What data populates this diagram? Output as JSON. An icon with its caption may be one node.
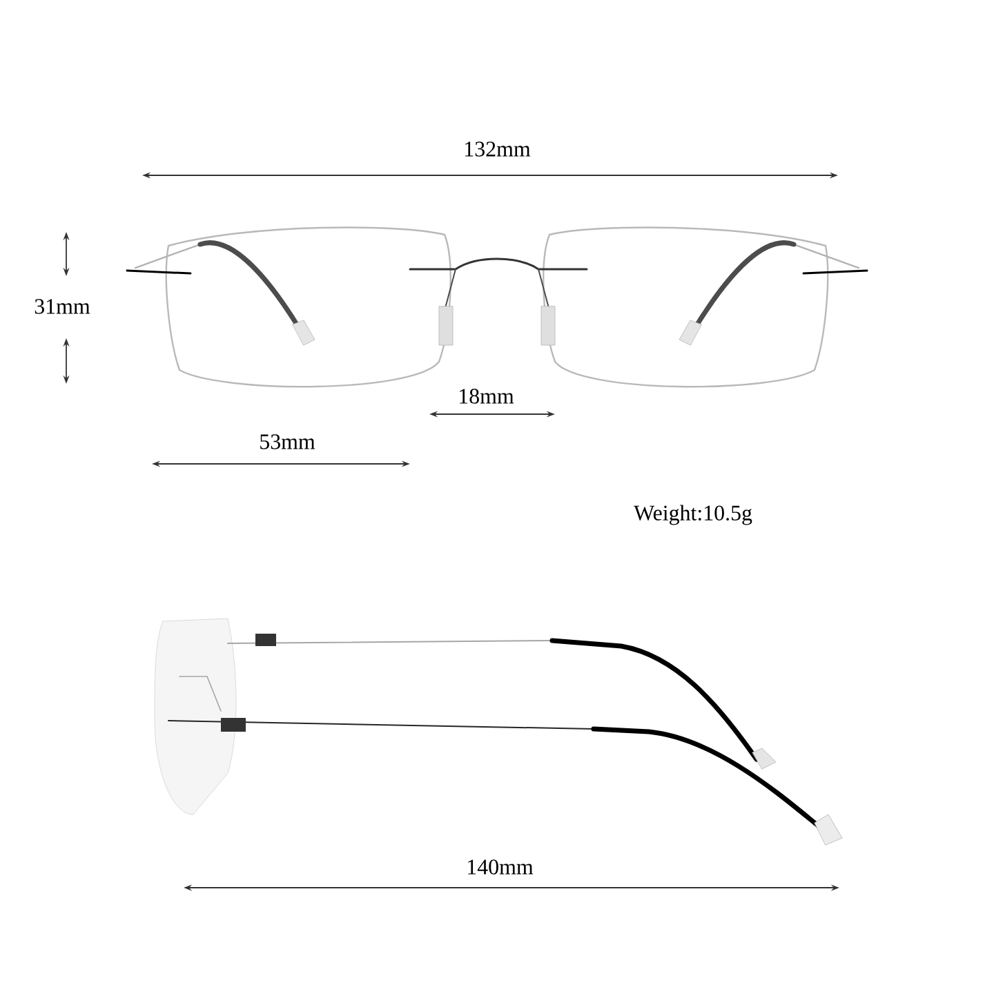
{
  "diagram": {
    "labels": [
      "132mm",
      "31mm",
      "18mm",
      "53mm",
      "Weight:10.5g",
      "140mm"
    ]
  }
}
